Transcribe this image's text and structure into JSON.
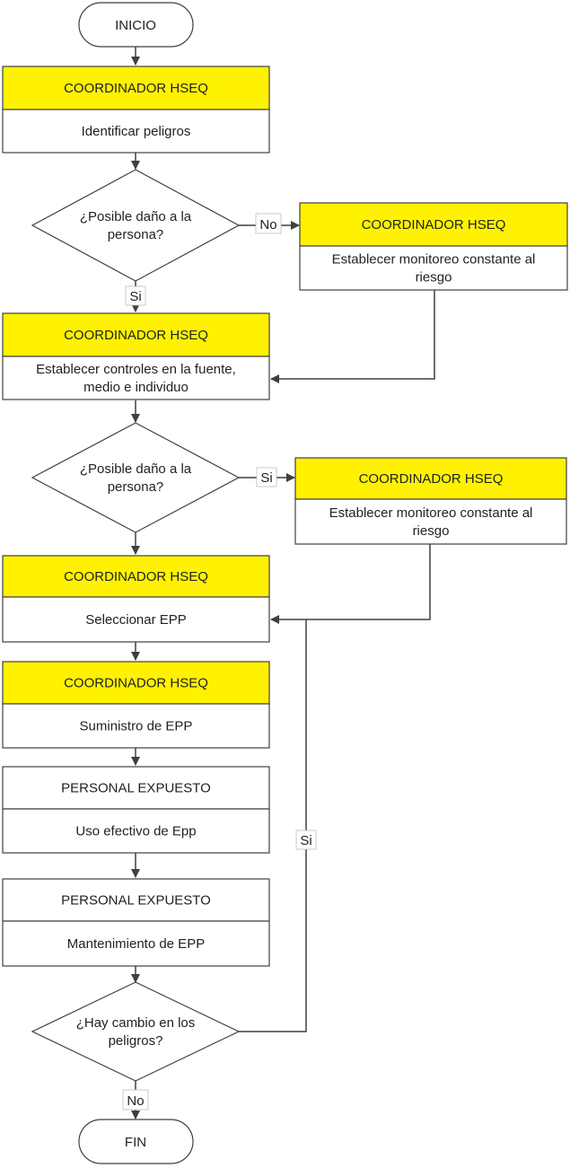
{
  "colors": {
    "role_header": "#fff200",
    "stroke": "#3f3f3f",
    "background": "#ffffff"
  },
  "terminals": {
    "start": "INICIO",
    "end": "FIN"
  },
  "boxes": [
    {
      "role": "COORDINADOR HSEQ",
      "task": [
        "Identificar peligros"
      ],
      "highlight": true
    },
    {
      "role": "COORDINADOR HSEQ",
      "task": [
        "Establecer monitoreo constante al",
        "riesgo"
      ],
      "highlight": true
    },
    {
      "role": "COORDINADOR HSEQ",
      "task": [
        "Establecer controles en la fuente,",
        "medio e individuo"
      ],
      "highlight": true
    },
    {
      "role": "COORDINADOR HSEQ",
      "task": [
        "Establecer monitoreo constante al",
        "riesgo"
      ],
      "highlight": true
    },
    {
      "role": "COORDINADOR HSEQ",
      "task": [
        "Seleccionar EPP"
      ],
      "highlight": true
    },
    {
      "role": "COORDINADOR HSEQ",
      "task": [
        "Suministro de EPP"
      ],
      "highlight": true
    },
    {
      "role": "PERSONAL EXPUESTO",
      "task": [
        "Uso efectivo de Epp"
      ],
      "highlight": false
    },
    {
      "role": "PERSONAL EXPUESTO",
      "task": [
        "Mantenimiento de EPP"
      ],
      "highlight": false
    }
  ],
  "decisions": [
    {
      "question": [
        "¿Posible daño a la",
        "persona?"
      ]
    },
    {
      "question": [
        "¿Posible daño a la",
        "persona?"
      ]
    },
    {
      "question": [
        "¿Hay cambio en los",
        "peligros?"
      ]
    }
  ],
  "edge_labels": {
    "d1_no": "No",
    "d1_si": "Si",
    "d2_si": "Si",
    "d3_si": "Si",
    "d3_no": "No"
  }
}
